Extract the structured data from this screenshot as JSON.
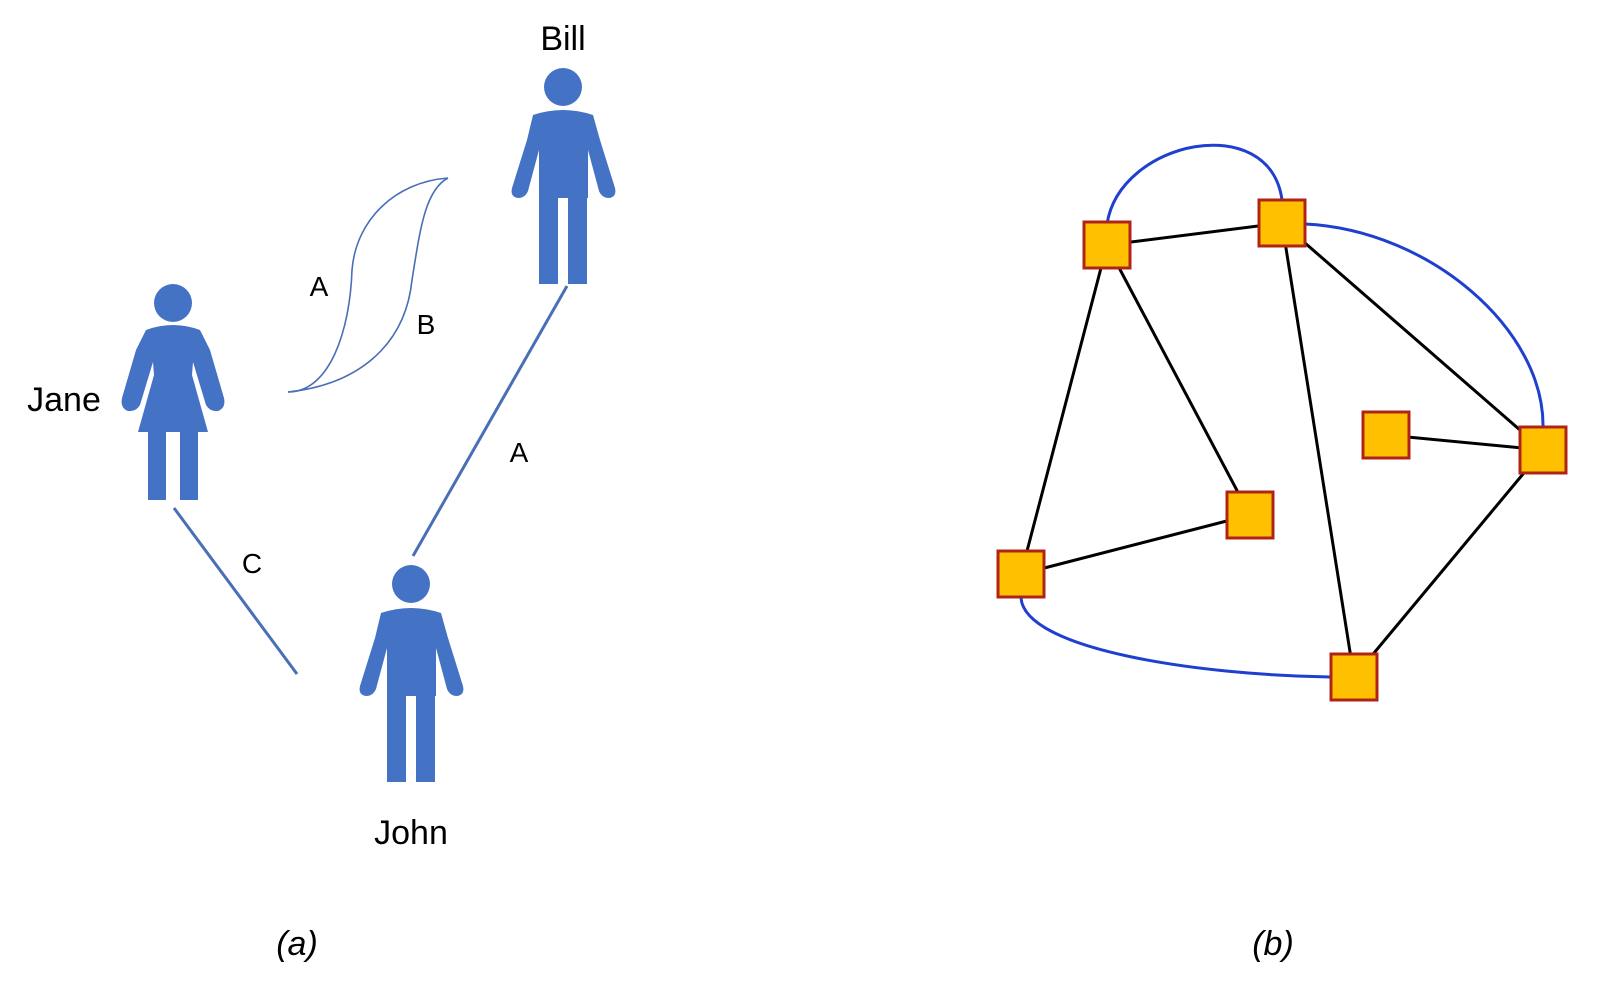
{
  "panel_a": {
    "people": {
      "bill": "Bill",
      "jane": "Jane",
      "john": "John"
    },
    "edge_labels": {
      "loop_left": "A",
      "loop_right": "B",
      "bill_john": "A",
      "jane_john": "C"
    },
    "caption": "(a)"
  },
  "panel_b": {
    "caption": "(b)",
    "node_count": 7,
    "colors": {
      "node_fill": "#ffc000",
      "node_border": "#b02418",
      "straight_edge": "#000000",
      "curved_edge": "#1f3fcf"
    }
  },
  "colors": {
    "person": "#4472c4",
    "link": "#4a6fb5"
  }
}
